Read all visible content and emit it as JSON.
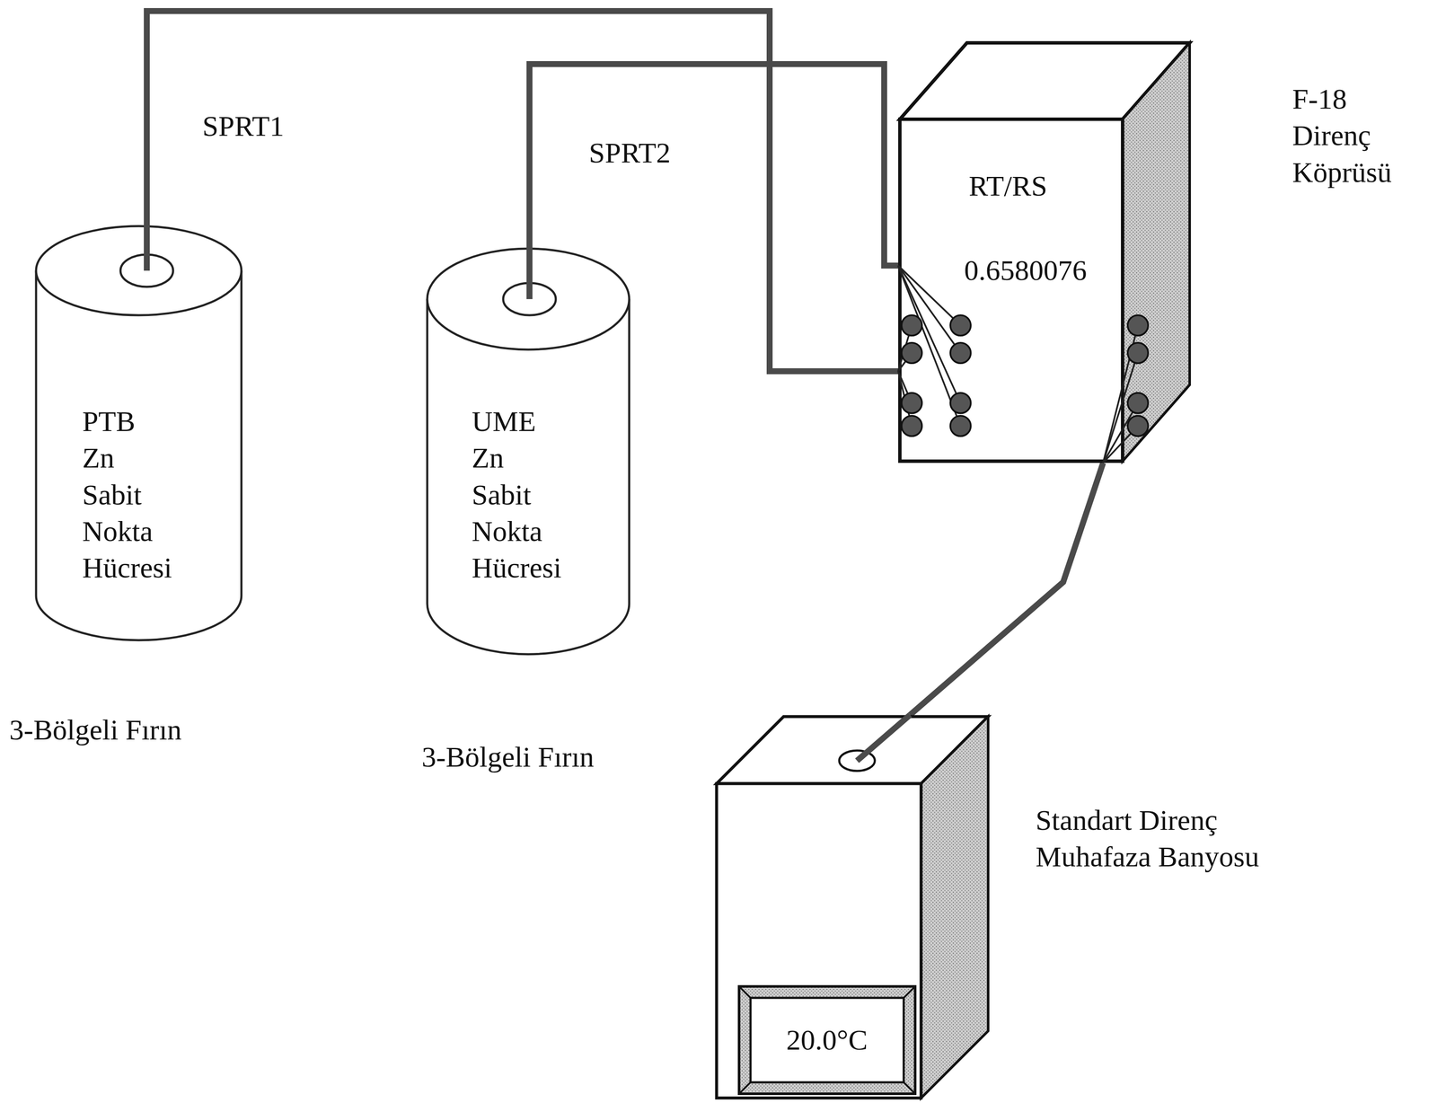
{
  "diagram": {
    "nodes": [
      {
        "text": [
          "PTB Zn Sabit Nokta Hücresi"
        ]
      },
      {
        "text": [
          "UME Zn Sabit Nokta Hücresi"
        ]
      },
      {
        "text": [
          "F-18 Direnç Köprüsü",
          "RT/RS",
          "0.6580076"
        ]
      },
      {
        "text": [
          "Standart Direnç Muhafaza Banyosu"
        ]
      },
      {
        "text": [
          "20.0°C"
        ],
        "in": 3
      }
    ],
    "edges": [
      {
        "from": 0,
        "to": 2,
        "label": "SPRT1",
        "arrow": "none"
      },
      {
        "from": 1,
        "to": 2,
        "label": "SPRT2",
        "arrow": "none"
      },
      {
        "from": 3,
        "to": 2,
        "arrow": "none"
      }
    ],
    "labels": [
      "3-Bölgeli Fırın",
      "3-Bölgeli Fırın"
    ]
  }
}
